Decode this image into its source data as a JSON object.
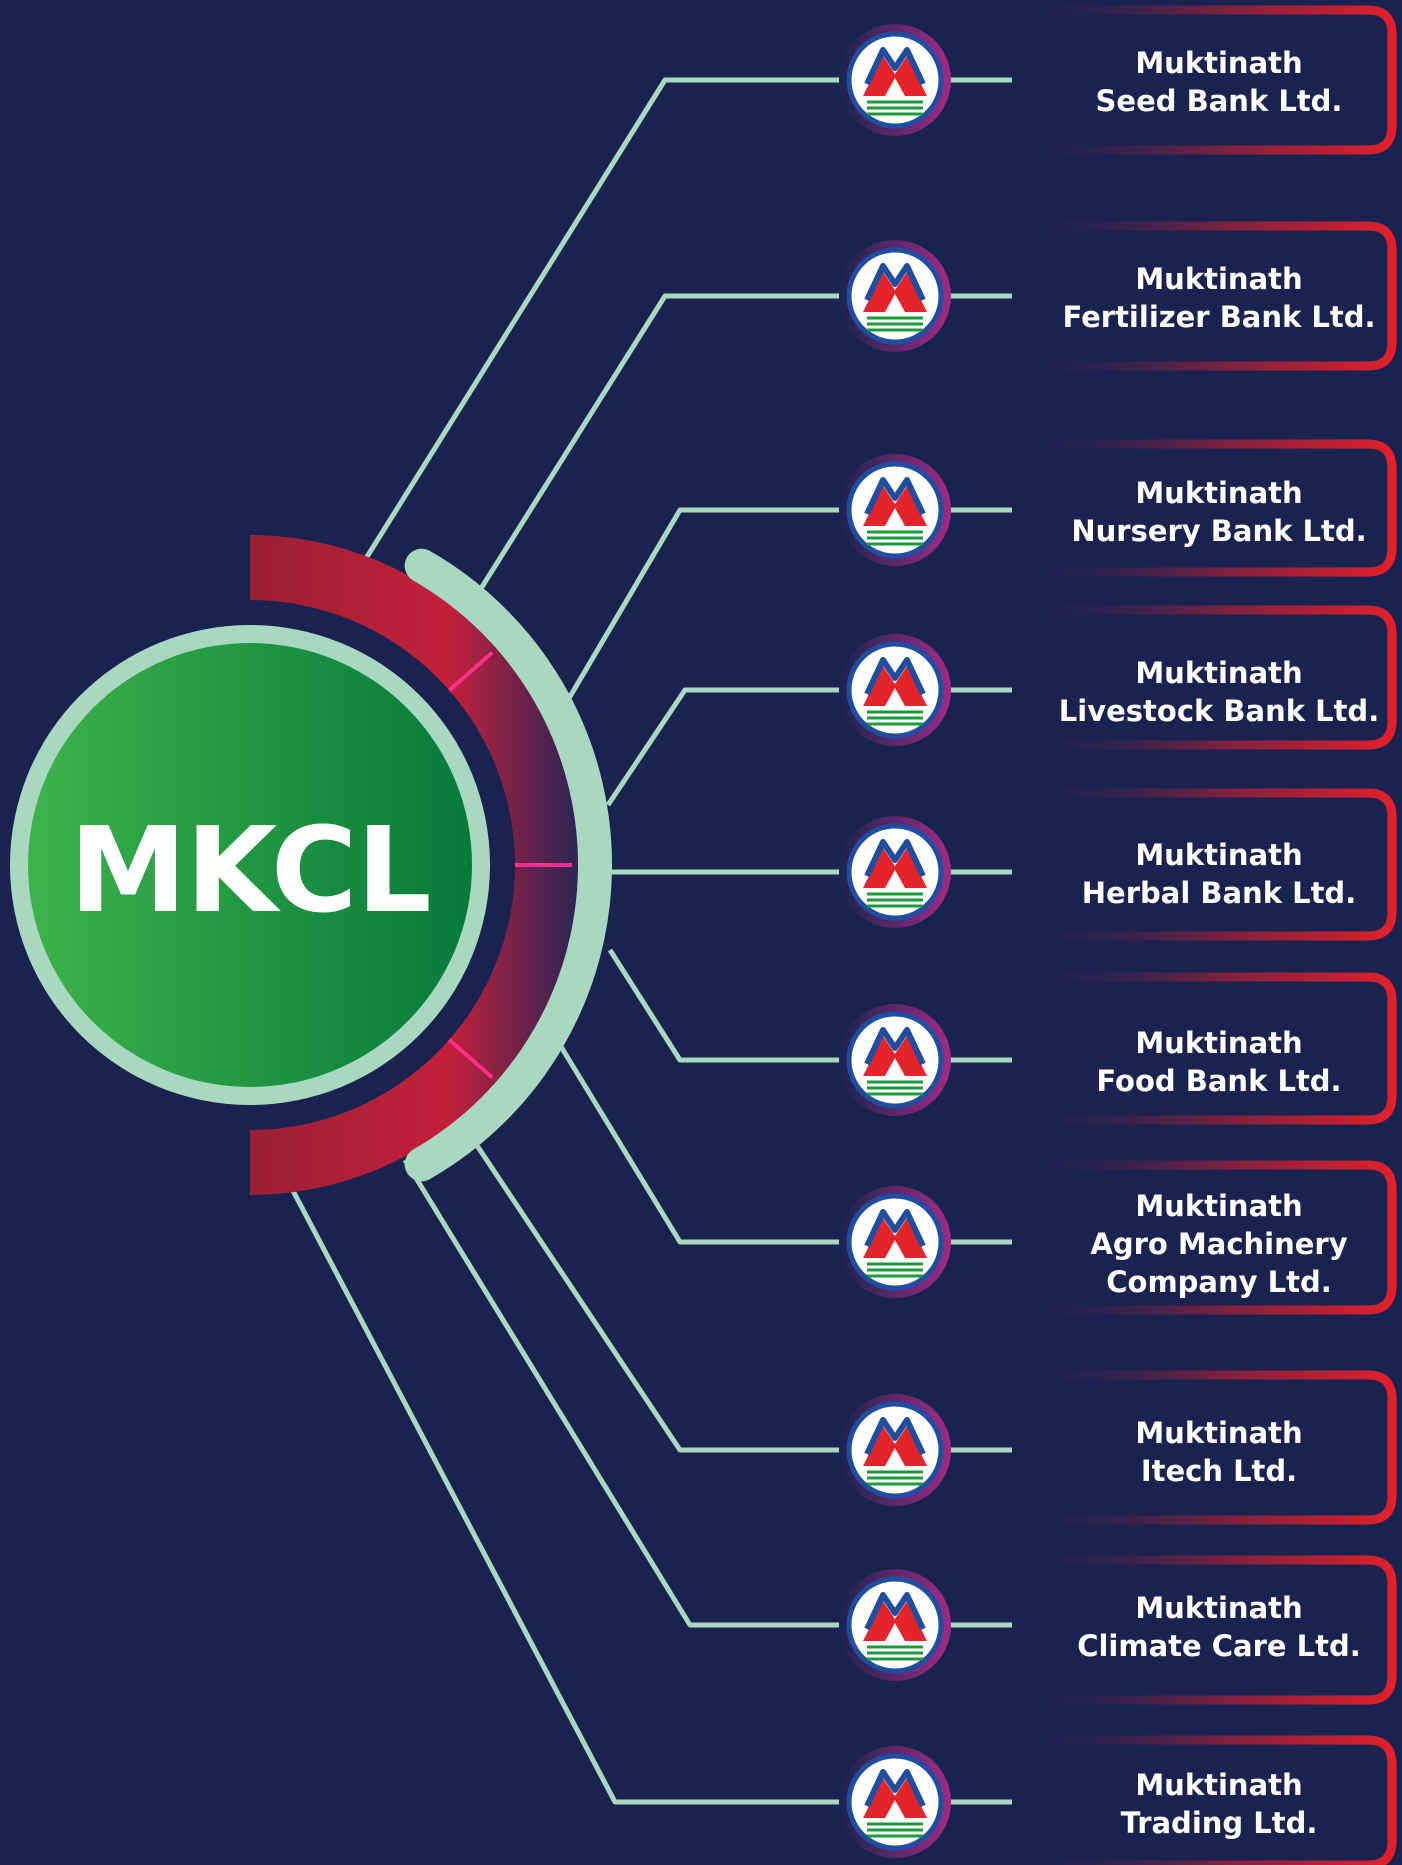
{
  "hub": {
    "label": "MKCL"
  },
  "colors": {
    "background": "#1a2350",
    "connector": "#a9d8c0",
    "hub_ring": "#a9d8c0",
    "hub_fill_start": "#3cb34a",
    "hub_fill_end": "#067a3a",
    "arc_red": "#c4203a",
    "accent_pink": "#ff2e8a",
    "box_border": "#e0202a",
    "logo_red": "#e3242b",
    "logo_green": "#1f9a3b",
    "logo_blue": "#1f4ea0"
  },
  "icon": "muktinath-logo-icon",
  "subsidiaries": [
    {
      "lines": [
        "Muktinath",
        "Seed Bank Ltd."
      ]
    },
    {
      "lines": [
        "Muktinath",
        "Fertilizer Bank Ltd."
      ]
    },
    {
      "lines": [
        "Muktinath",
        "Nursery Bank Ltd."
      ]
    },
    {
      "lines": [
        "Muktinath",
        "Livestock Bank Ltd."
      ]
    },
    {
      "lines": [
        "Muktinath",
        "Herbal Bank Ltd."
      ]
    },
    {
      "lines": [
        "Muktinath",
        "Food Bank Ltd."
      ]
    },
    {
      "lines": [
        "Muktinath",
        "Agro Machinery",
        "Company Ltd."
      ]
    },
    {
      "lines": [
        "Muktinath",
        "Itech Ltd."
      ]
    },
    {
      "lines": [
        "Muktinath",
        "Climate Care Ltd."
      ]
    },
    {
      "lines": [
        "Muktinath",
        "Trading Ltd."
      ]
    }
  ]
}
